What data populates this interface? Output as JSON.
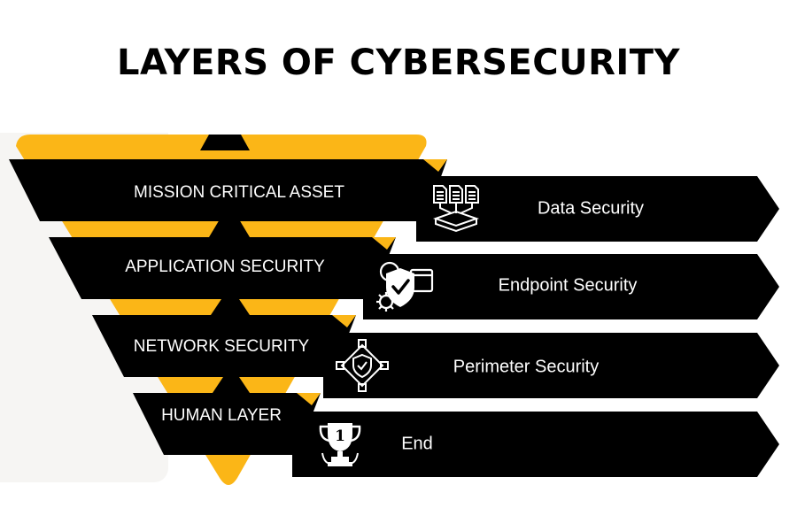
{
  "title": "LAYERS OF CYBERSECURITY",
  "colors": {
    "accent": "#fbb617",
    "band": "#000000",
    "text_on_band": "#ffffff",
    "backdrop": "#f6f5f3"
  },
  "layers": [
    {
      "label": "MISSION CRITICAL ASSET",
      "result": "Data Security",
      "icon": "data-stack-icon"
    },
    {
      "label": "APPLICATION SECURITY",
      "result": "Endpoint Security",
      "icon": "endpoint-gear-shield-icon"
    },
    {
      "label": "NETWORK SECURITY",
      "result": "Perimeter Security",
      "icon": "perimeter-shield-icon"
    },
    {
      "label": "HUMAN LAYER",
      "result": "End",
      "icon": "trophy-icon"
    }
  ]
}
